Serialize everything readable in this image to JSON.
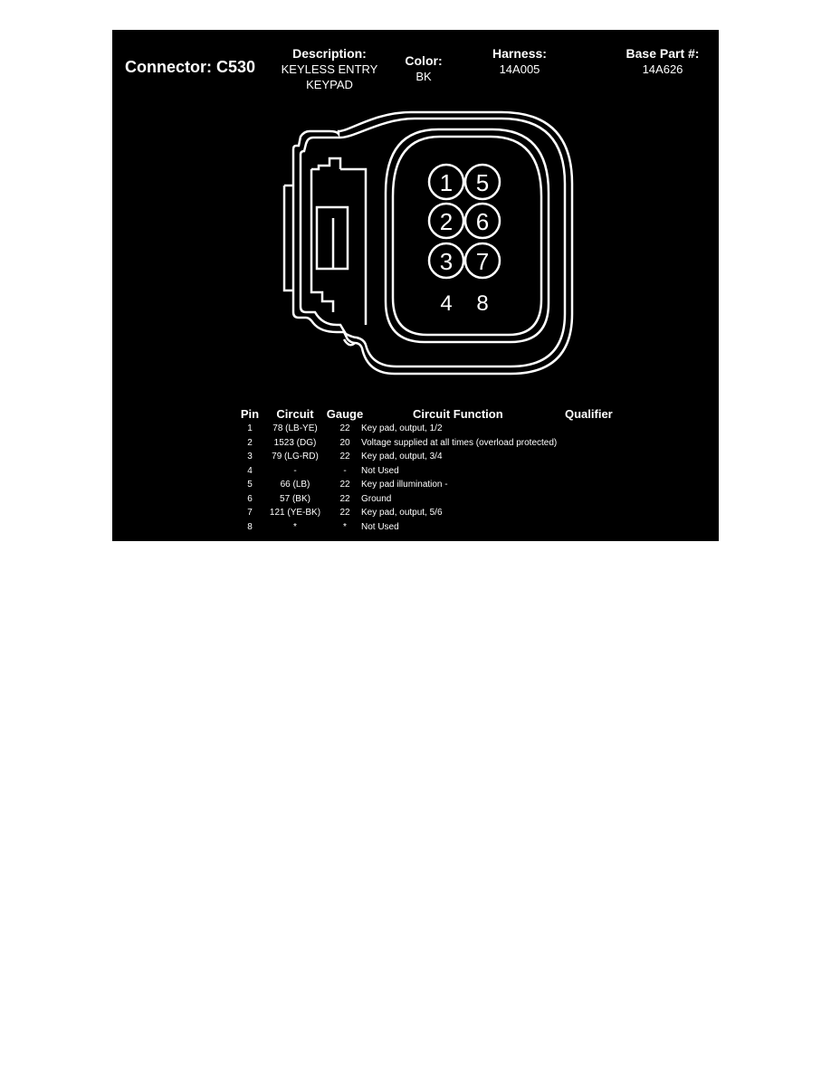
{
  "connector": {
    "title": "Connector: C530",
    "description_label": "Description:",
    "description_value": "KEYLESS ENTRY KEYPAD",
    "color_label": "Color:",
    "color_value": "BK",
    "harness_label": "Harness:",
    "harness_value": "14A005",
    "base_part_label": "Base Part #:",
    "base_part_value": "14A626"
  },
  "cavities": [
    "1",
    "2",
    "3",
    "4",
    "5",
    "6",
    "7",
    "8"
  ],
  "table": {
    "headers": {
      "pin": "Pin",
      "circuit": "Circuit",
      "gauge": "Gauge",
      "function": "Circuit Function",
      "qualifier": "Qualifier"
    },
    "rows": [
      {
        "pin": "1",
        "circuit": "78 (LB-YE)",
        "gauge": "22",
        "function": "Key pad, output, 1/2",
        "qualifier": ""
      },
      {
        "pin": "2",
        "circuit": "1523 (DG)",
        "gauge": "20",
        "function": "Voltage supplied at all times (overload protected)",
        "qualifier": ""
      },
      {
        "pin": "3",
        "circuit": "79 (LG-RD)",
        "gauge": "22",
        "function": "Key pad, output, 3/4",
        "qualifier": ""
      },
      {
        "pin": "4",
        "circuit": "-",
        "gauge": "-",
        "function": "Not Used",
        "qualifier": ""
      },
      {
        "pin": "5",
        "circuit": "66 (LB)",
        "gauge": "22",
        "function": "Key pad illumination -",
        "qualifier": ""
      },
      {
        "pin": "6",
        "circuit": "57 (BK)",
        "gauge": "22",
        "function": "Ground",
        "qualifier": ""
      },
      {
        "pin": "7",
        "circuit": "121 (YE-BK)",
        "gauge": "22",
        "function": "Key pad, output, 5/6",
        "qualifier": ""
      },
      {
        "pin": "8",
        "circuit": "*",
        "gauge": "*",
        "function": "Not Used",
        "qualifier": ""
      }
    ]
  },
  "colors": {
    "background": "#000000",
    "foreground": "#ffffff"
  }
}
